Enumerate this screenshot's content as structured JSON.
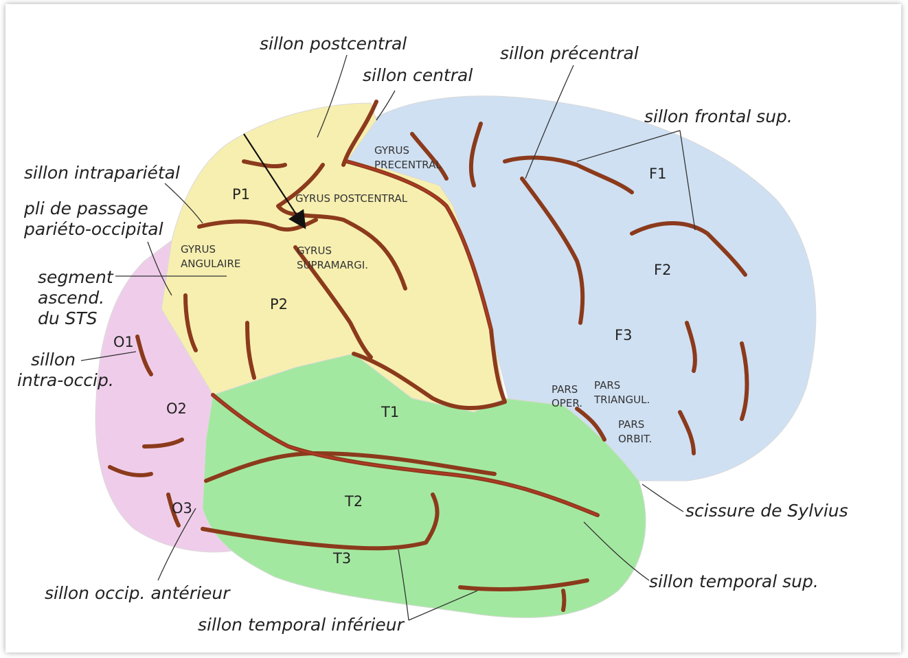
{
  "colors": {
    "occipital": "#efcdea",
    "parietal": "#f7efb0",
    "frontal": "#cfe0f2",
    "temporal": "#a3e8a0",
    "sulcus": "#8b3a1c",
    "sulcus_highlight": "#c0392b"
  },
  "callouts": {
    "sillon_postcentral": "sillon postcentral",
    "sillon_central": "sillon central",
    "sillon_precentral": "sillon précentral",
    "sillon_frontal_sup": "sillon frontal sup.",
    "sillon_intraparietal": "sillon intrapariétal",
    "pli_passage_1": "pli de passage",
    "pli_passage_2": "pariéto-occipital",
    "segment_1": "segment",
    "segment_2": "ascend.",
    "segment_3": "du STS",
    "sillon_intra_occip_1": "sillon",
    "sillon_intra_occip_2": "intra-occip.",
    "scissure_sylvius": "scissure de Sylvius",
    "sillon_temporal_sup": "sillon temporal sup.",
    "sillon_occip_anterieur": "sillon occip. antérieur",
    "sillon_temporal_inferieur": "sillon temporal inférieur"
  },
  "regions": {
    "P1": "P1",
    "P2": "P2",
    "F1": "F1",
    "F2": "F2",
    "F3": "F3",
    "T1": "T1",
    "T2": "T2",
    "T3": "T3",
    "O1": "O1",
    "O2": "O2",
    "O3": "O3"
  },
  "gyri": {
    "precentral_1": "GYRUS",
    "precentral_2": "PRECENTRAL",
    "postcentral": "GYRUS POSTCENTRAL",
    "angulaire_1": "GYRUS",
    "angulaire_2": "ANGULAIRE",
    "supramarg_1": "GYRUS",
    "supramarg_2": "SUPRAMARGI.",
    "pars_oper_1": "PARS",
    "pars_oper_2": "OPER.",
    "pars_triangul_1": "PARS",
    "pars_triangul_2": "TRIANGUL.",
    "pars_orbit_1": "PARS",
    "pars_orbit_2": "ORBIT."
  }
}
